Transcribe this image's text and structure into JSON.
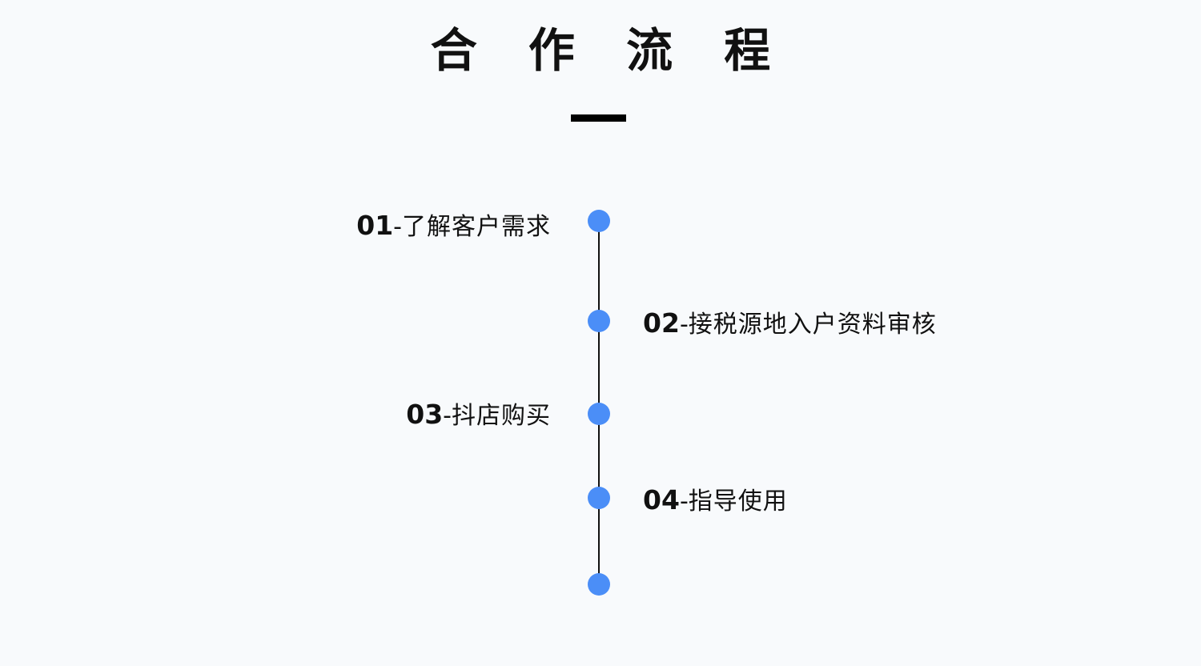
{
  "title": "合 作 流 程",
  "steps": [
    {
      "num": "01",
      "sep": "-",
      "text": "了解客户需求"
    },
    {
      "num": "02",
      "sep": "-",
      "text": "接税源地入户资料审核"
    },
    {
      "num": "03",
      "sep": "-",
      "text": "抖店购买"
    },
    {
      "num": "04",
      "sep": "-",
      "text": "指导使用"
    }
  ],
  "colors": {
    "node": "#4b8ef7",
    "line": "#111111",
    "text": "#111111",
    "background": "#f8fafc"
  }
}
